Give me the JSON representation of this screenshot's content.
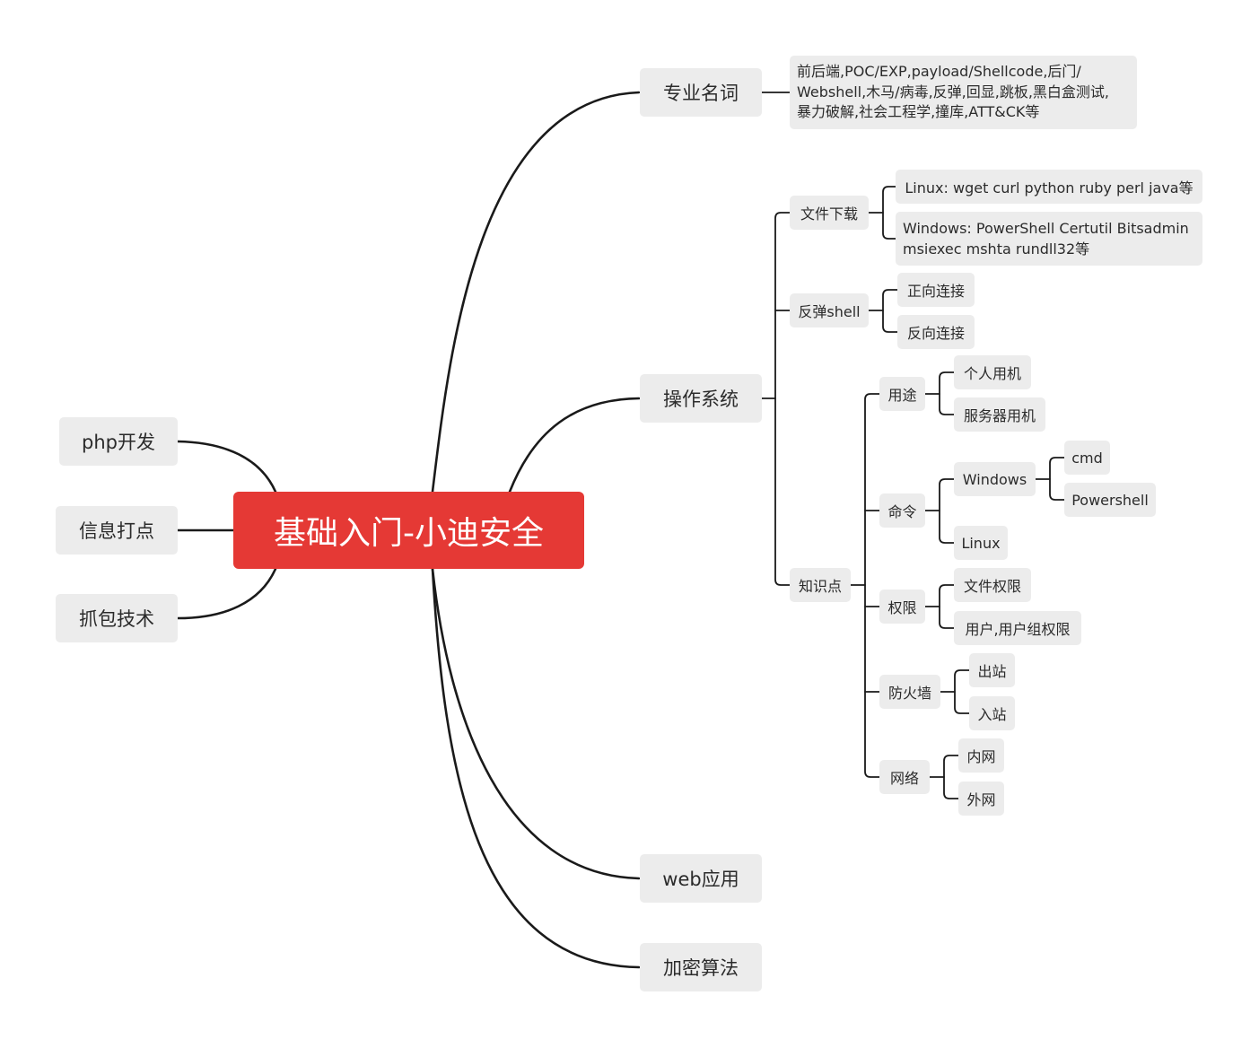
{
  "root": {
    "label": "基础入门-小迪安全"
  },
  "left": {
    "php": "php开发",
    "info": "信息打点",
    "capture": "抓包技术"
  },
  "terms": {
    "label": "专业名词",
    "details": [
      "前后端,POC/EXP,payload/Shellcode,后门/",
      "Webshell,木马/病毒,反弹,回显,跳板,黑白盒测试,",
      "暴力破解,社会工程学,撞库,ATT&CK等"
    ]
  },
  "os": {
    "label": "操作系统",
    "download": {
      "label": "文件下载",
      "linux": "Linux: wget curl python ruby perl java等",
      "windows": [
        "Windows: PowerShell Certutil Bitsadmin",
        "msiexec mshta rundll32等"
      ]
    },
    "reverse_shell": {
      "label": "反弹shell",
      "forward": "正向连接",
      "reverse": "反向连接"
    },
    "knowledge": {
      "label": "知识点",
      "usage": {
        "label": "用途",
        "personal": "个人用机",
        "server": "服务器用机"
      },
      "command": {
        "label": "命令",
        "windows": "Windows",
        "cmd": "cmd",
        "powershell": "Powershell",
        "linux": "Linux"
      },
      "permission": {
        "label": "权限",
        "file": "文件权限",
        "user": "用户,用户组权限"
      },
      "firewall": {
        "label": "防火墙",
        "outbound": "出站",
        "inbound": "入站"
      },
      "network": {
        "label": "网络",
        "intranet": "内网",
        "extranet": "外网"
      }
    }
  },
  "web": "web应用",
  "crypto": "加密算法",
  "colors": {
    "root": "#e53935",
    "node": "#ececec",
    "line": "#1a1a1a"
  }
}
